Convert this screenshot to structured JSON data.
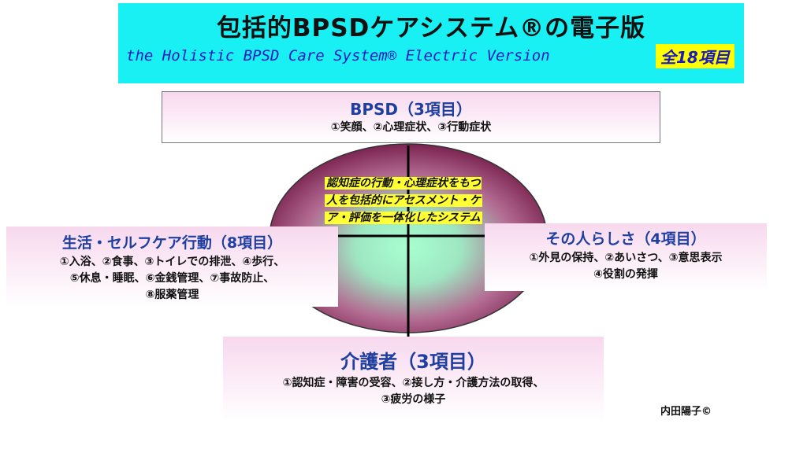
{
  "title": {
    "jp": "包括的BPSDケアシステム®の電子版",
    "en": "the Holistic BPSD Care System®  Electric Version",
    "badge": "全18項目"
  },
  "bpsd": {
    "heading": "BPSD（3項目）",
    "items": "①笑顔、②心理症状、③行動症状"
  },
  "center": {
    "line1": "認知症の行動・心理症状をもつ",
    "line2": "人を包括的にアセスメント・ケ",
    "line3": "ア・評価を一体化したシステム"
  },
  "life": {
    "heading": "生活・セルフケア行動（8項目）",
    "line1": "①入浴、②食事、③トイレでの排泄、④歩行、",
    "line2": "⑤休息・睡眠、⑥金銭管理、⑦事故防止、",
    "line3": "⑧服薬管理"
  },
  "person": {
    "heading": "その人らしさ（4項目）",
    "line1": "①外見の保持、②あいさつ、③意思表示",
    "line2": "④役割の発揮"
  },
  "carer": {
    "heading": "介護者（3項目）",
    "line1": "①認知症・障害の受容、②接し方・介護方法の取得、",
    "line2": "③疲労の様子"
  },
  "copyright": "内田陽子©",
  "colors": {
    "title_bg": "#19f0f3",
    "heading_blue": "#1e3fa0",
    "badge_yellow": "#ffff00",
    "ellipse_outer": "#8a2e5a",
    "ellipse_inner": "#9ff5c8"
  }
}
